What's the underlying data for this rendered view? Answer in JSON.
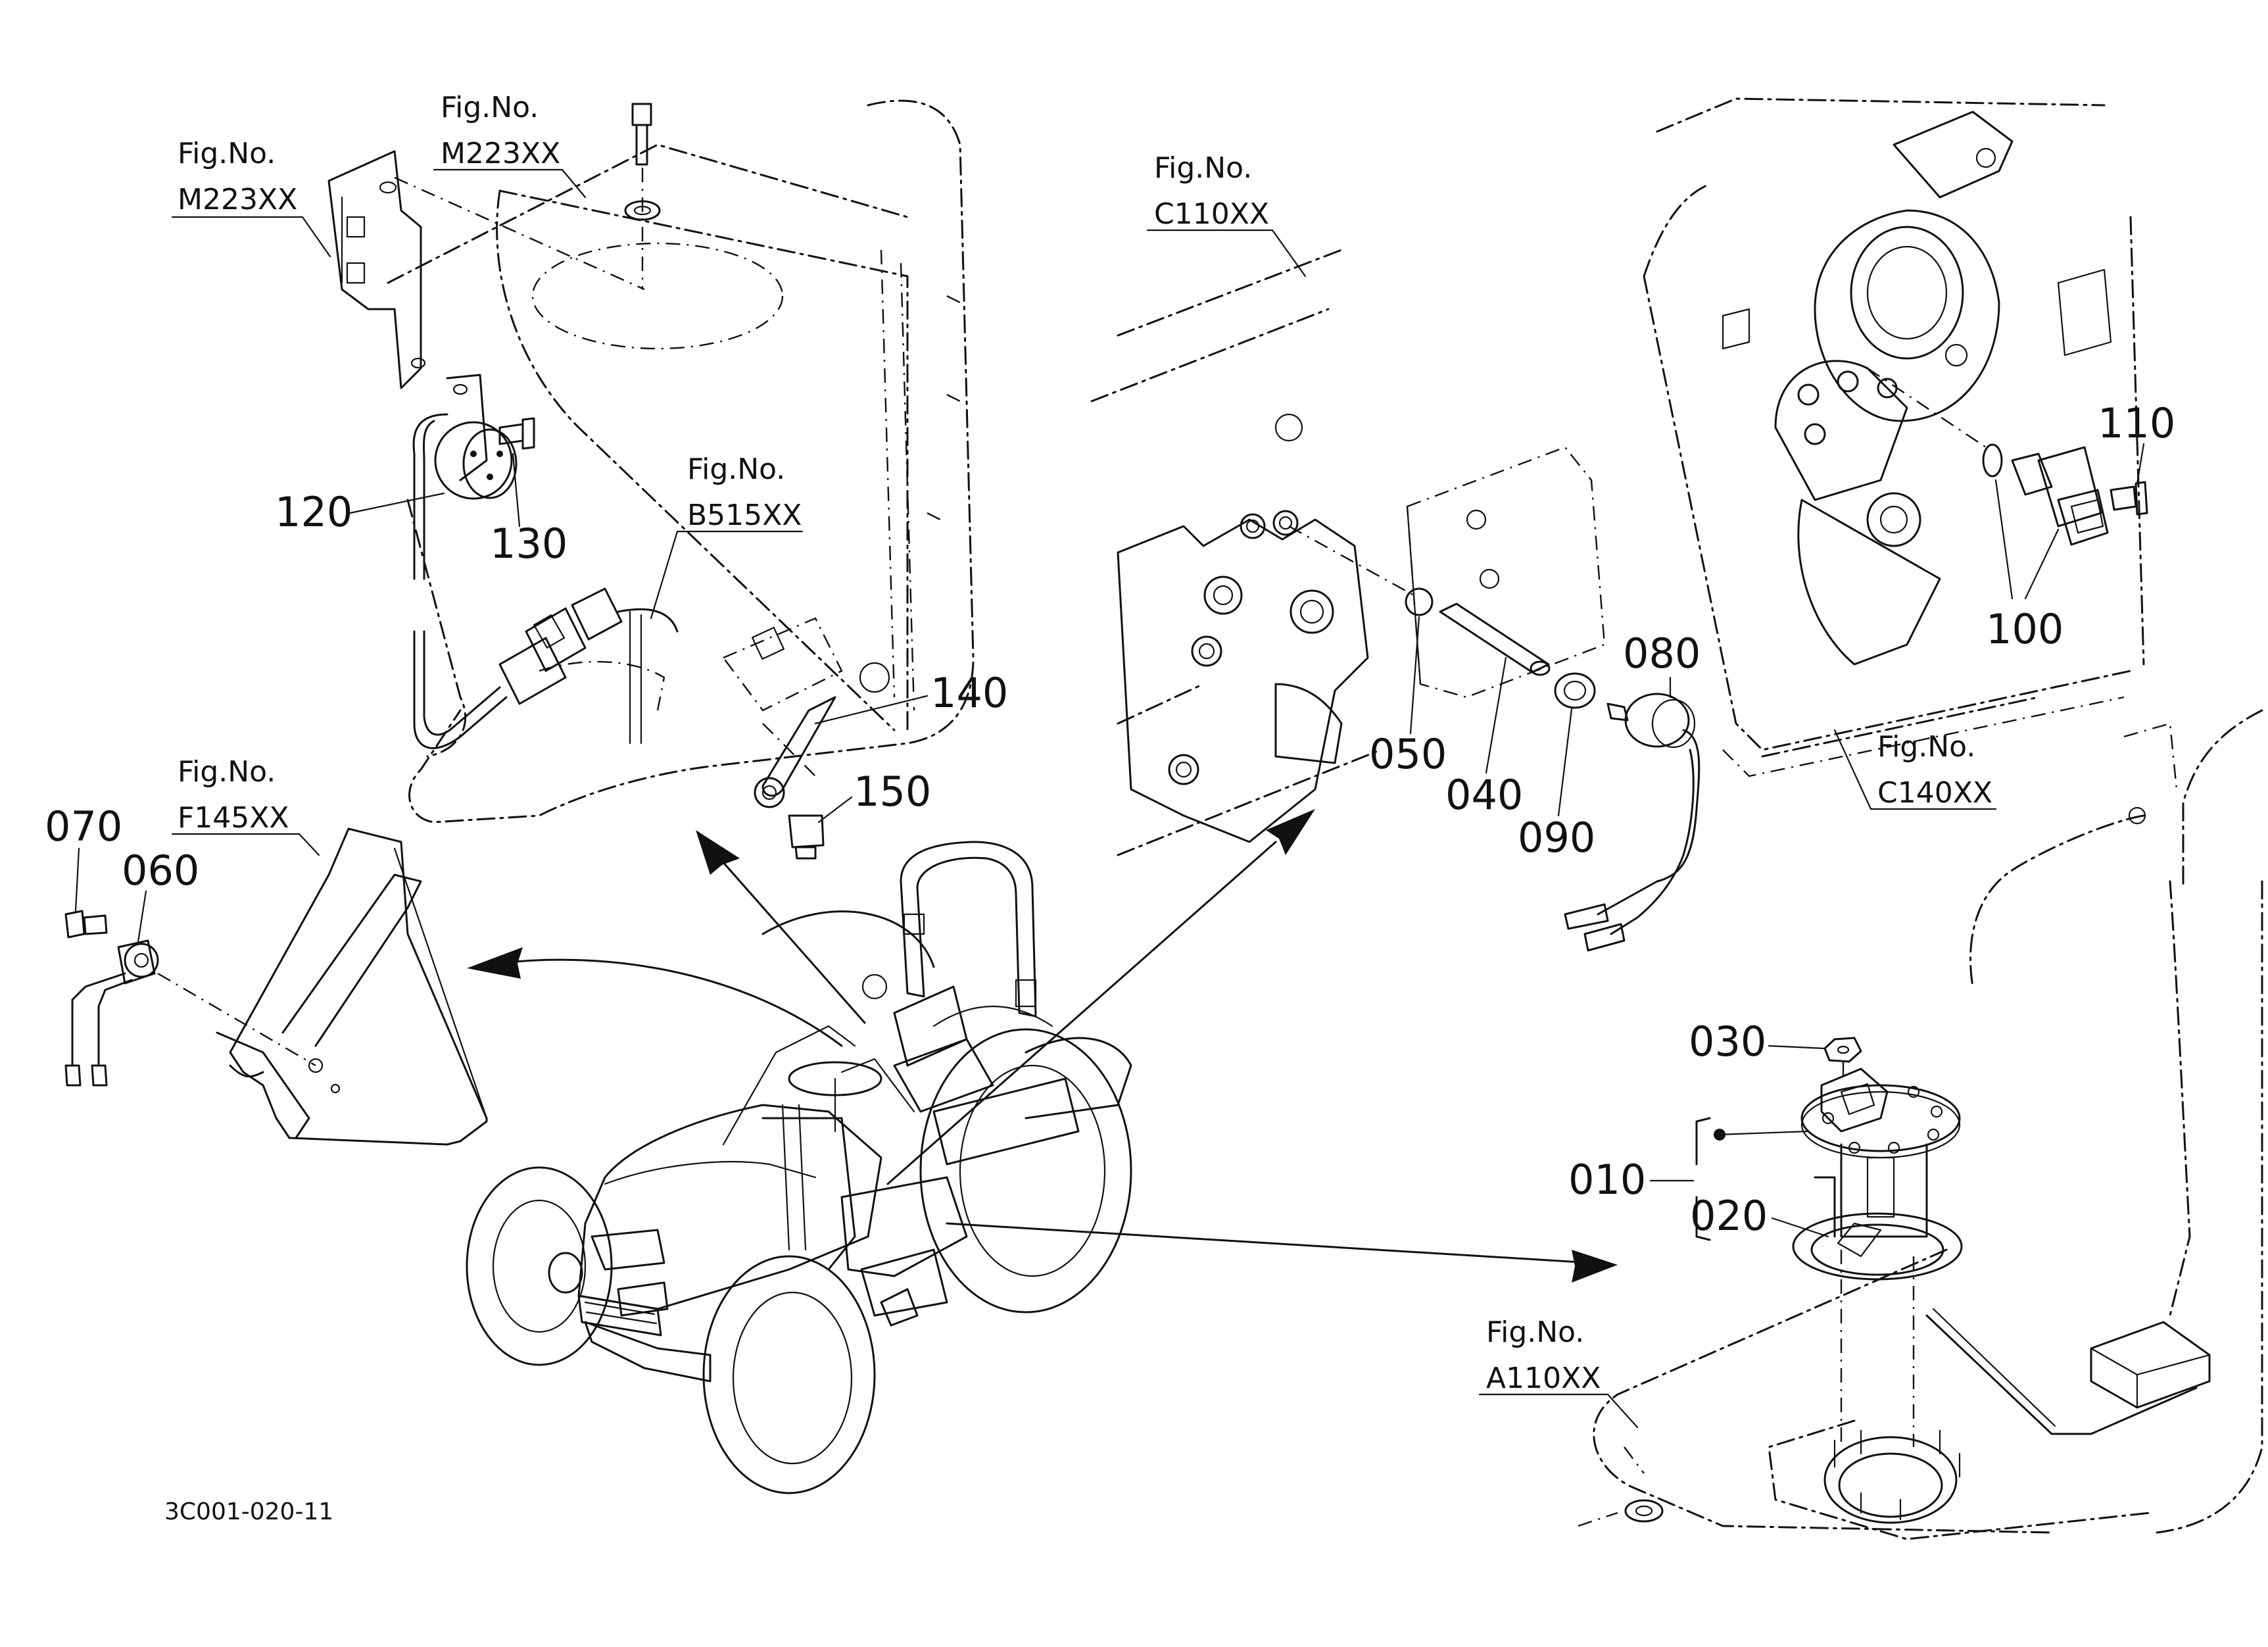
{
  "figure_refs": {
    "m223_left": {
      "title": "Fig.No.",
      "code": "M223XX"
    },
    "m223_top": {
      "title": "Fig.No.",
      "code": "M223XX"
    },
    "b515": {
      "title": "Fig.No.",
      "code": "B515XX"
    },
    "c110": {
      "title": "Fig.No.",
      "code": "C110XX"
    },
    "c140": {
      "title": "Fig.No.",
      "code": "C140XX"
    },
    "f145": {
      "title": "Fig.No.",
      "code": "F145XX"
    },
    "a110": {
      "title": "Fig.No.",
      "code": "A110XX"
    }
  },
  "callouts": {
    "p010": "010",
    "p020": "020",
    "p030": "030",
    "p040": "040",
    "p050": "050",
    "p060": "060",
    "p070": "070",
    "p080": "080",
    "p090": "090",
    "p100": "100",
    "p110": "110",
    "p120": "120",
    "p130": "130",
    "p140": "140",
    "p150": "150"
  },
  "drawing_code": "3C001-020-11"
}
